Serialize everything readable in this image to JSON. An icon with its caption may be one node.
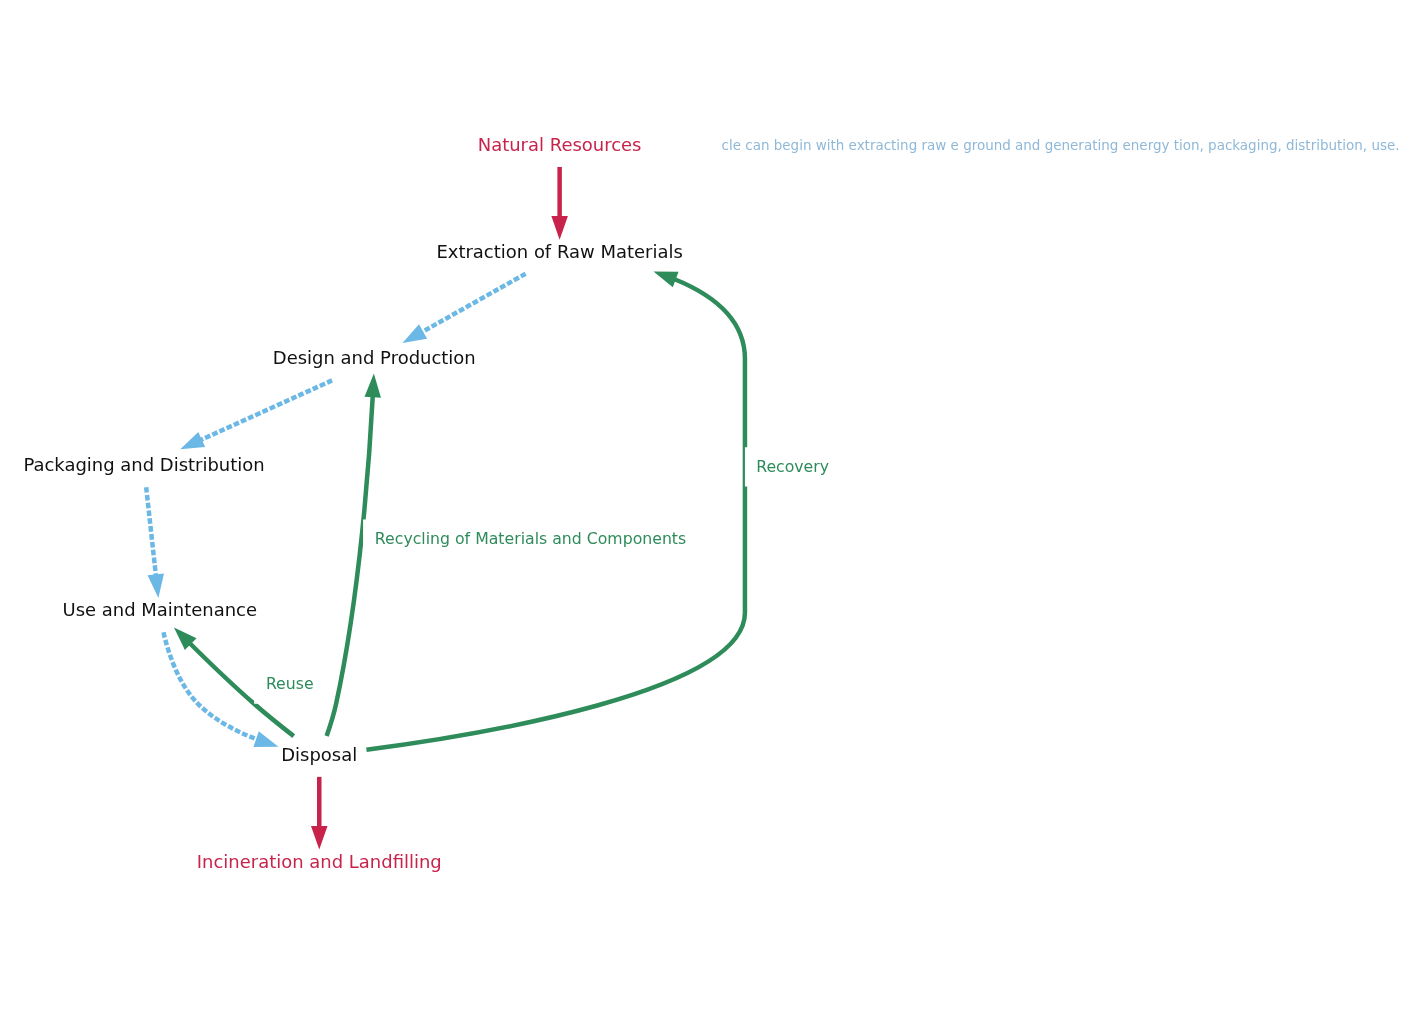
{
  "diagram": {
    "nodes": [
      {
        "text": [
          "Natural Resources"
        ]
      },
      {
        "text": [
          "Incineration and Landfilling"
        ]
      },
      {
        "text": [
          "Extraction of Raw Materials"
        ]
      },
      {
        "text": [
          "Design and Production"
        ]
      },
      {
        "text": [
          "Packaging and Distribution"
        ]
      },
      {
        "text": [
          "Use and Maintenance"
        ]
      },
      {
        "text": [
          "Disposal"
        ]
      }
    ],
    "edges": [
      {
        "from": 0,
        "to": 2,
        "arrow": "to",
        "color": "#c8234a"
      },
      {
        "from": 2,
        "to": 3,
        "arrow": "to",
        "style": "dashed"
      },
      {
        "from": 3,
        "to": 4,
        "arrow": "to",
        "style": "dashed"
      },
      {
        "from": 4,
        "to": 5,
        "arrow": "to",
        "style": "dashed"
      },
      {
        "from": 5,
        "to": 6,
        "arrow": "to",
        "style": "dashed"
      },
      {
        "from": 6,
        "to": 1,
        "arrow": "to",
        "color": "#c8234a"
      },
      {
        "from": 6,
        "to": 2,
        "arrow": "to",
        "label": "Recovery",
        "color": "#2e8b5a"
      },
      {
        "from": 6,
        "to": 3,
        "arrow": "to",
        "label": "Recycling of Materials and Components",
        "color": "#2e8b5a"
      },
      {
        "from": 6,
        "to": 5,
        "arrow": "to",
        "label": "Reuse",
        "color": "#2e8b5a"
      }
    ],
    "labels": [
      "cle can begin with extracting raw e ground and generating energy tion, packaging, distribution, use."
    ]
  }
}
